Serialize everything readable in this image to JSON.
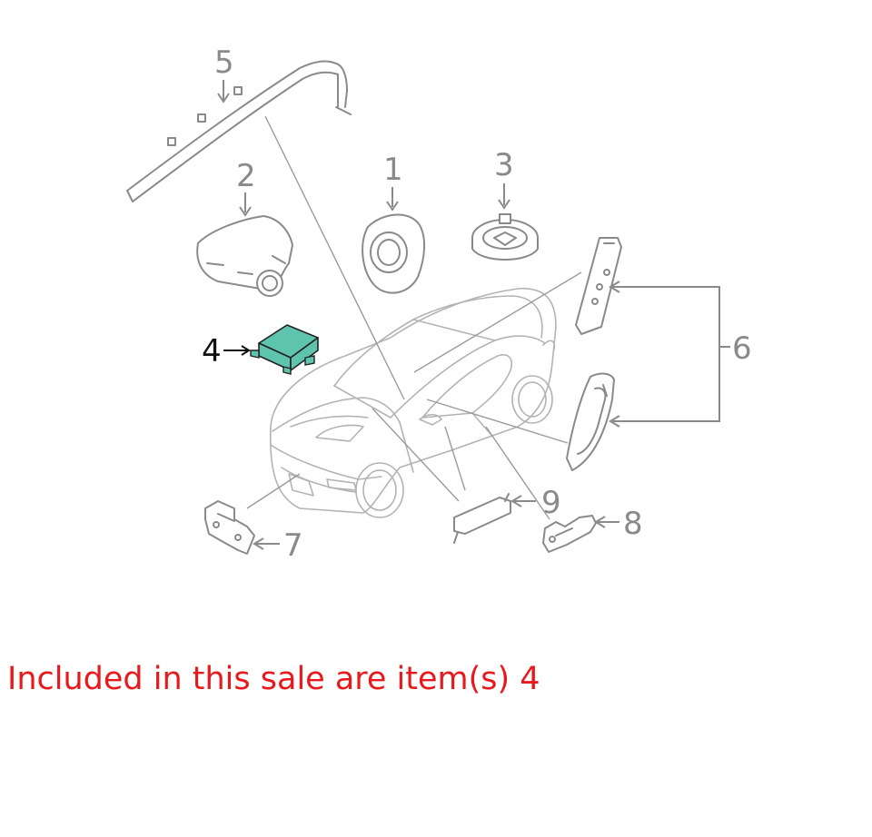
{
  "diagram": {
    "callouts": [
      {
        "label": "1",
        "part": "steering-wheel-airbag"
      },
      {
        "label": "2",
        "part": "passenger-airbag"
      },
      {
        "label": "3",
        "part": "driver-airbag-inflator"
      },
      {
        "label": "4",
        "part": "airbag-control-module",
        "highlighted": true
      },
      {
        "label": "5",
        "part": "curtain-airbag"
      },
      {
        "label": "6",
        "part": "side-airbags"
      },
      {
        "label": "7",
        "part": "front-impact-sensor"
      },
      {
        "label": "8",
        "part": "side-impact-sensor-rear"
      },
      {
        "label": "9",
        "part": "side-impact-sensor"
      }
    ],
    "highlight_color": "#5fc4ad",
    "line_color": "#8a8a8a"
  },
  "sale_note": {
    "text": "Included in this sale are item(s) 4",
    "color": "#e8191c"
  }
}
